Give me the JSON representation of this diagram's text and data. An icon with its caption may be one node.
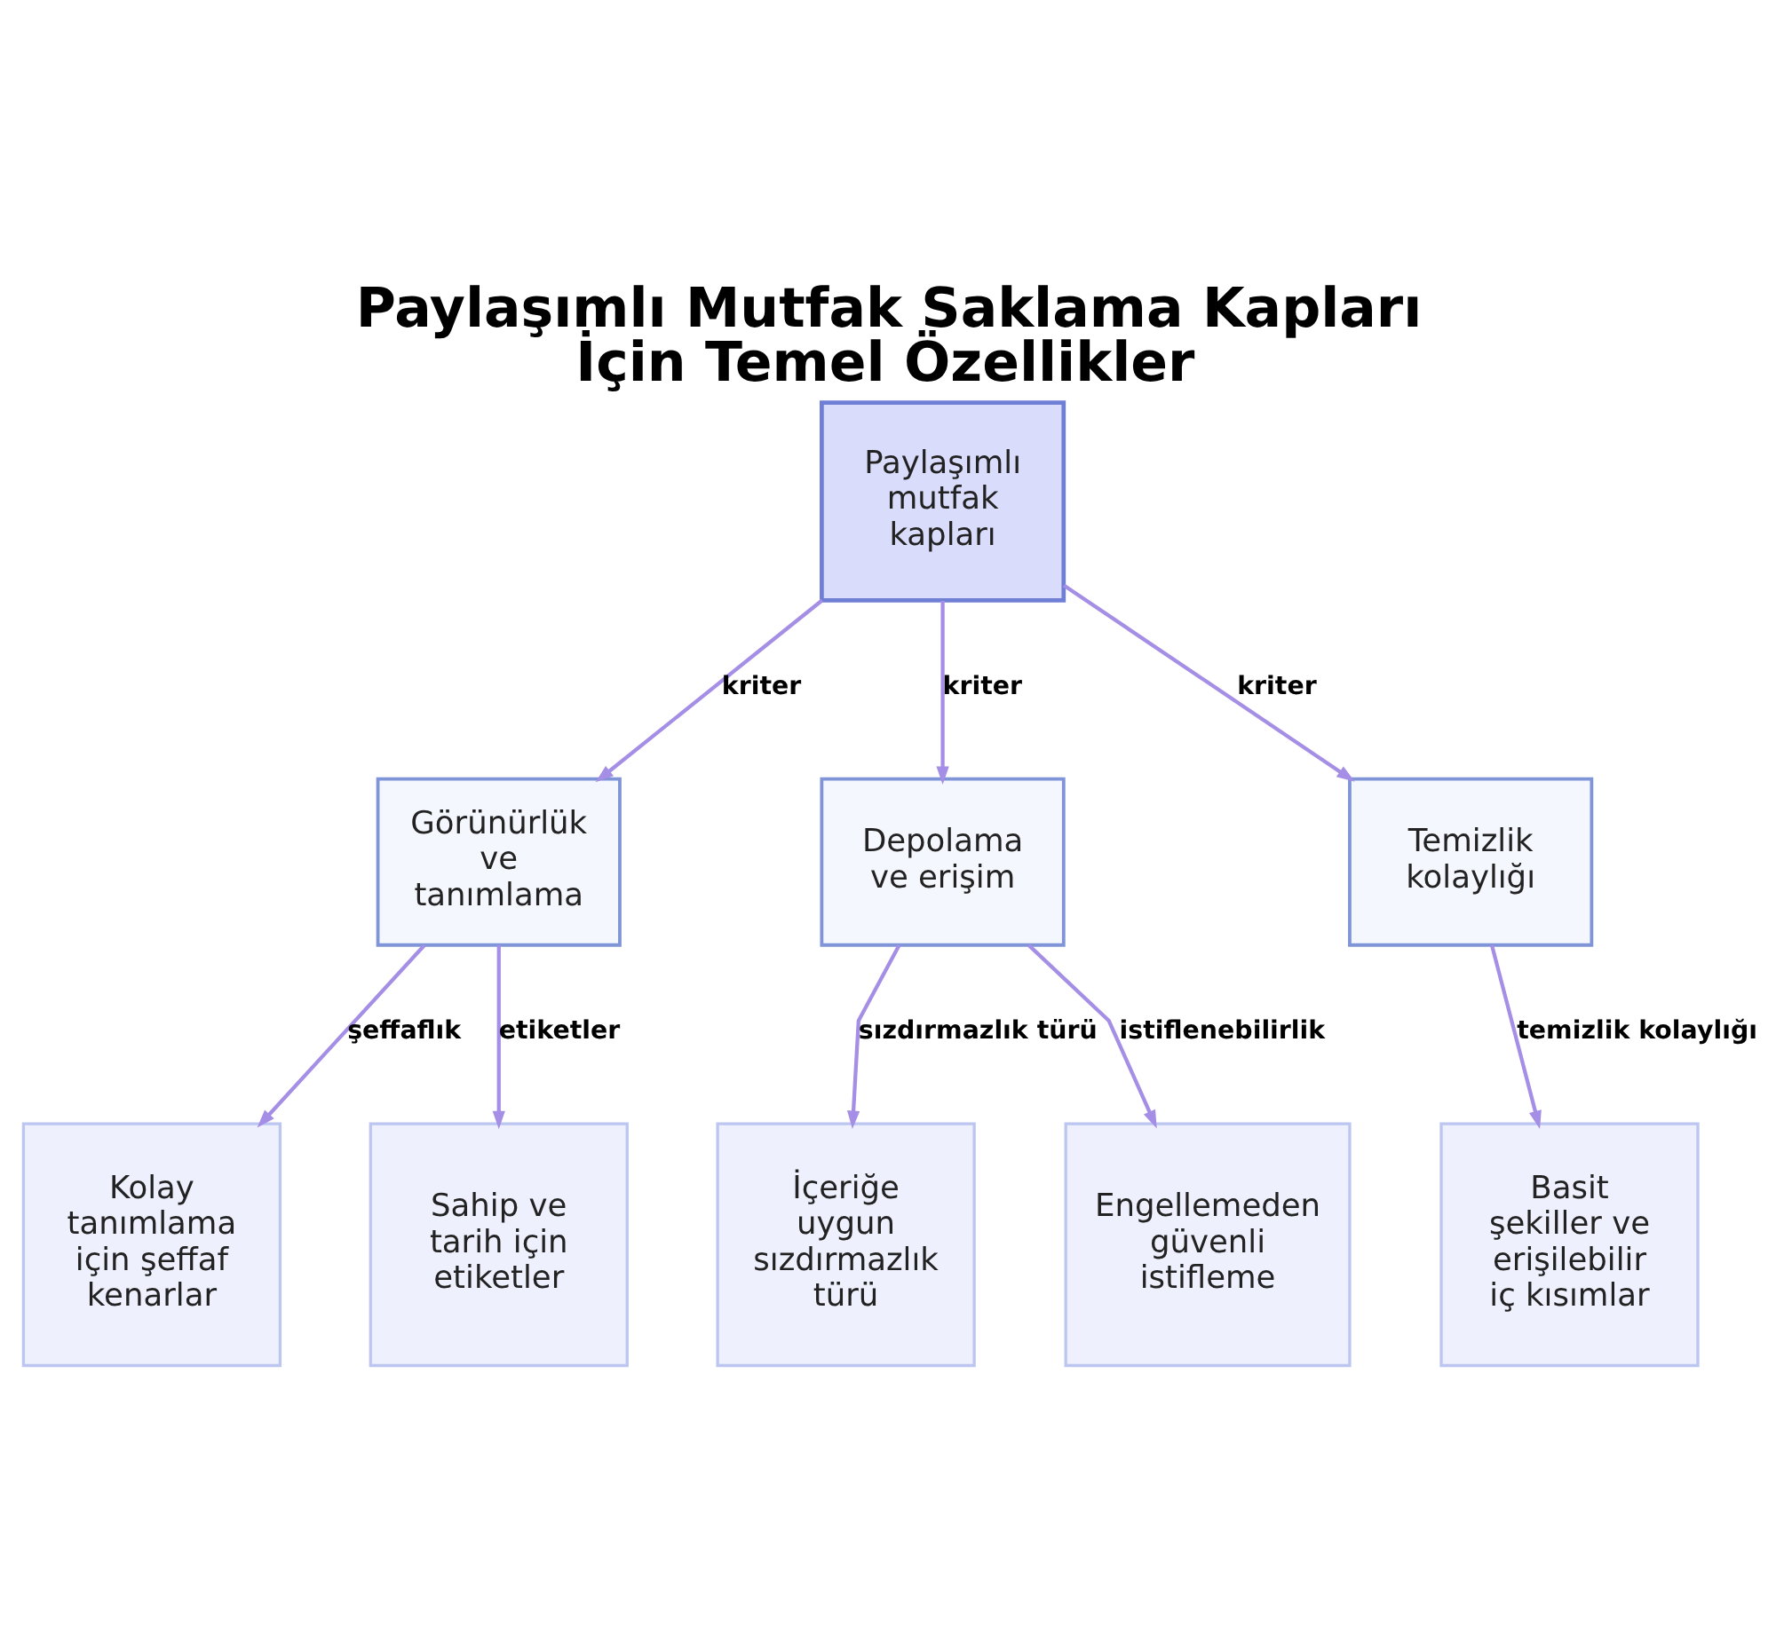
{
  "diagram": {
    "title": "Paylaşımlı Mutfak Saklama Kapları İçin Temel Özellikler",
    "nodes": [
      {
        "text": [
          "Paylaşımlı mutfak kapları"
        ]
      },
      {
        "text": [
          "Görünürlük ve tanımlama"
        ]
      },
      {
        "text": [
          "Depolama ve erişim"
        ]
      },
      {
        "text": [
          "Temizlik kolaylığı"
        ]
      },
      {
        "text": [
          "Kolay tanımlama için şeffaf kenarlar"
        ]
      },
      {
        "text": [
          "Sahip ve tarih için etiketler"
        ]
      },
      {
        "text": [
          "İçeriğe uygun sızdırmazlık türü"
        ]
      },
      {
        "text": [
          "Engellemeden güvenli istifleme"
        ]
      },
      {
        "text": [
          "Basit şekiller ve erişilebilir iç kısımlar"
        ]
      }
    ],
    "edges": [
      {
        "from": 0,
        "to": 1,
        "arrow": "to",
        "label": "kriter"
      },
      {
        "from": 0,
        "to": 2,
        "arrow": "to",
        "label": "kriter"
      },
      {
        "from": 0,
        "to": 3,
        "arrow": "to",
        "label": "kriter"
      },
      {
        "from": 1,
        "to": 4,
        "arrow": "to",
        "label": "şeffaflık"
      },
      {
        "from": 1,
        "to": 5,
        "arrow": "to",
        "label": "etiketler"
      },
      {
        "from": 2,
        "to": 6,
        "arrow": "to",
        "label": "sızdırmazlık türü"
      },
      {
        "from": 2,
        "to": 7,
        "arrow": "to",
        "label": "istiflenebilirlik"
      },
      {
        "from": 3,
        "to": 8,
        "arrow": "to",
        "label": "temizlik kolaylığı"
      }
    ]
  }
}
